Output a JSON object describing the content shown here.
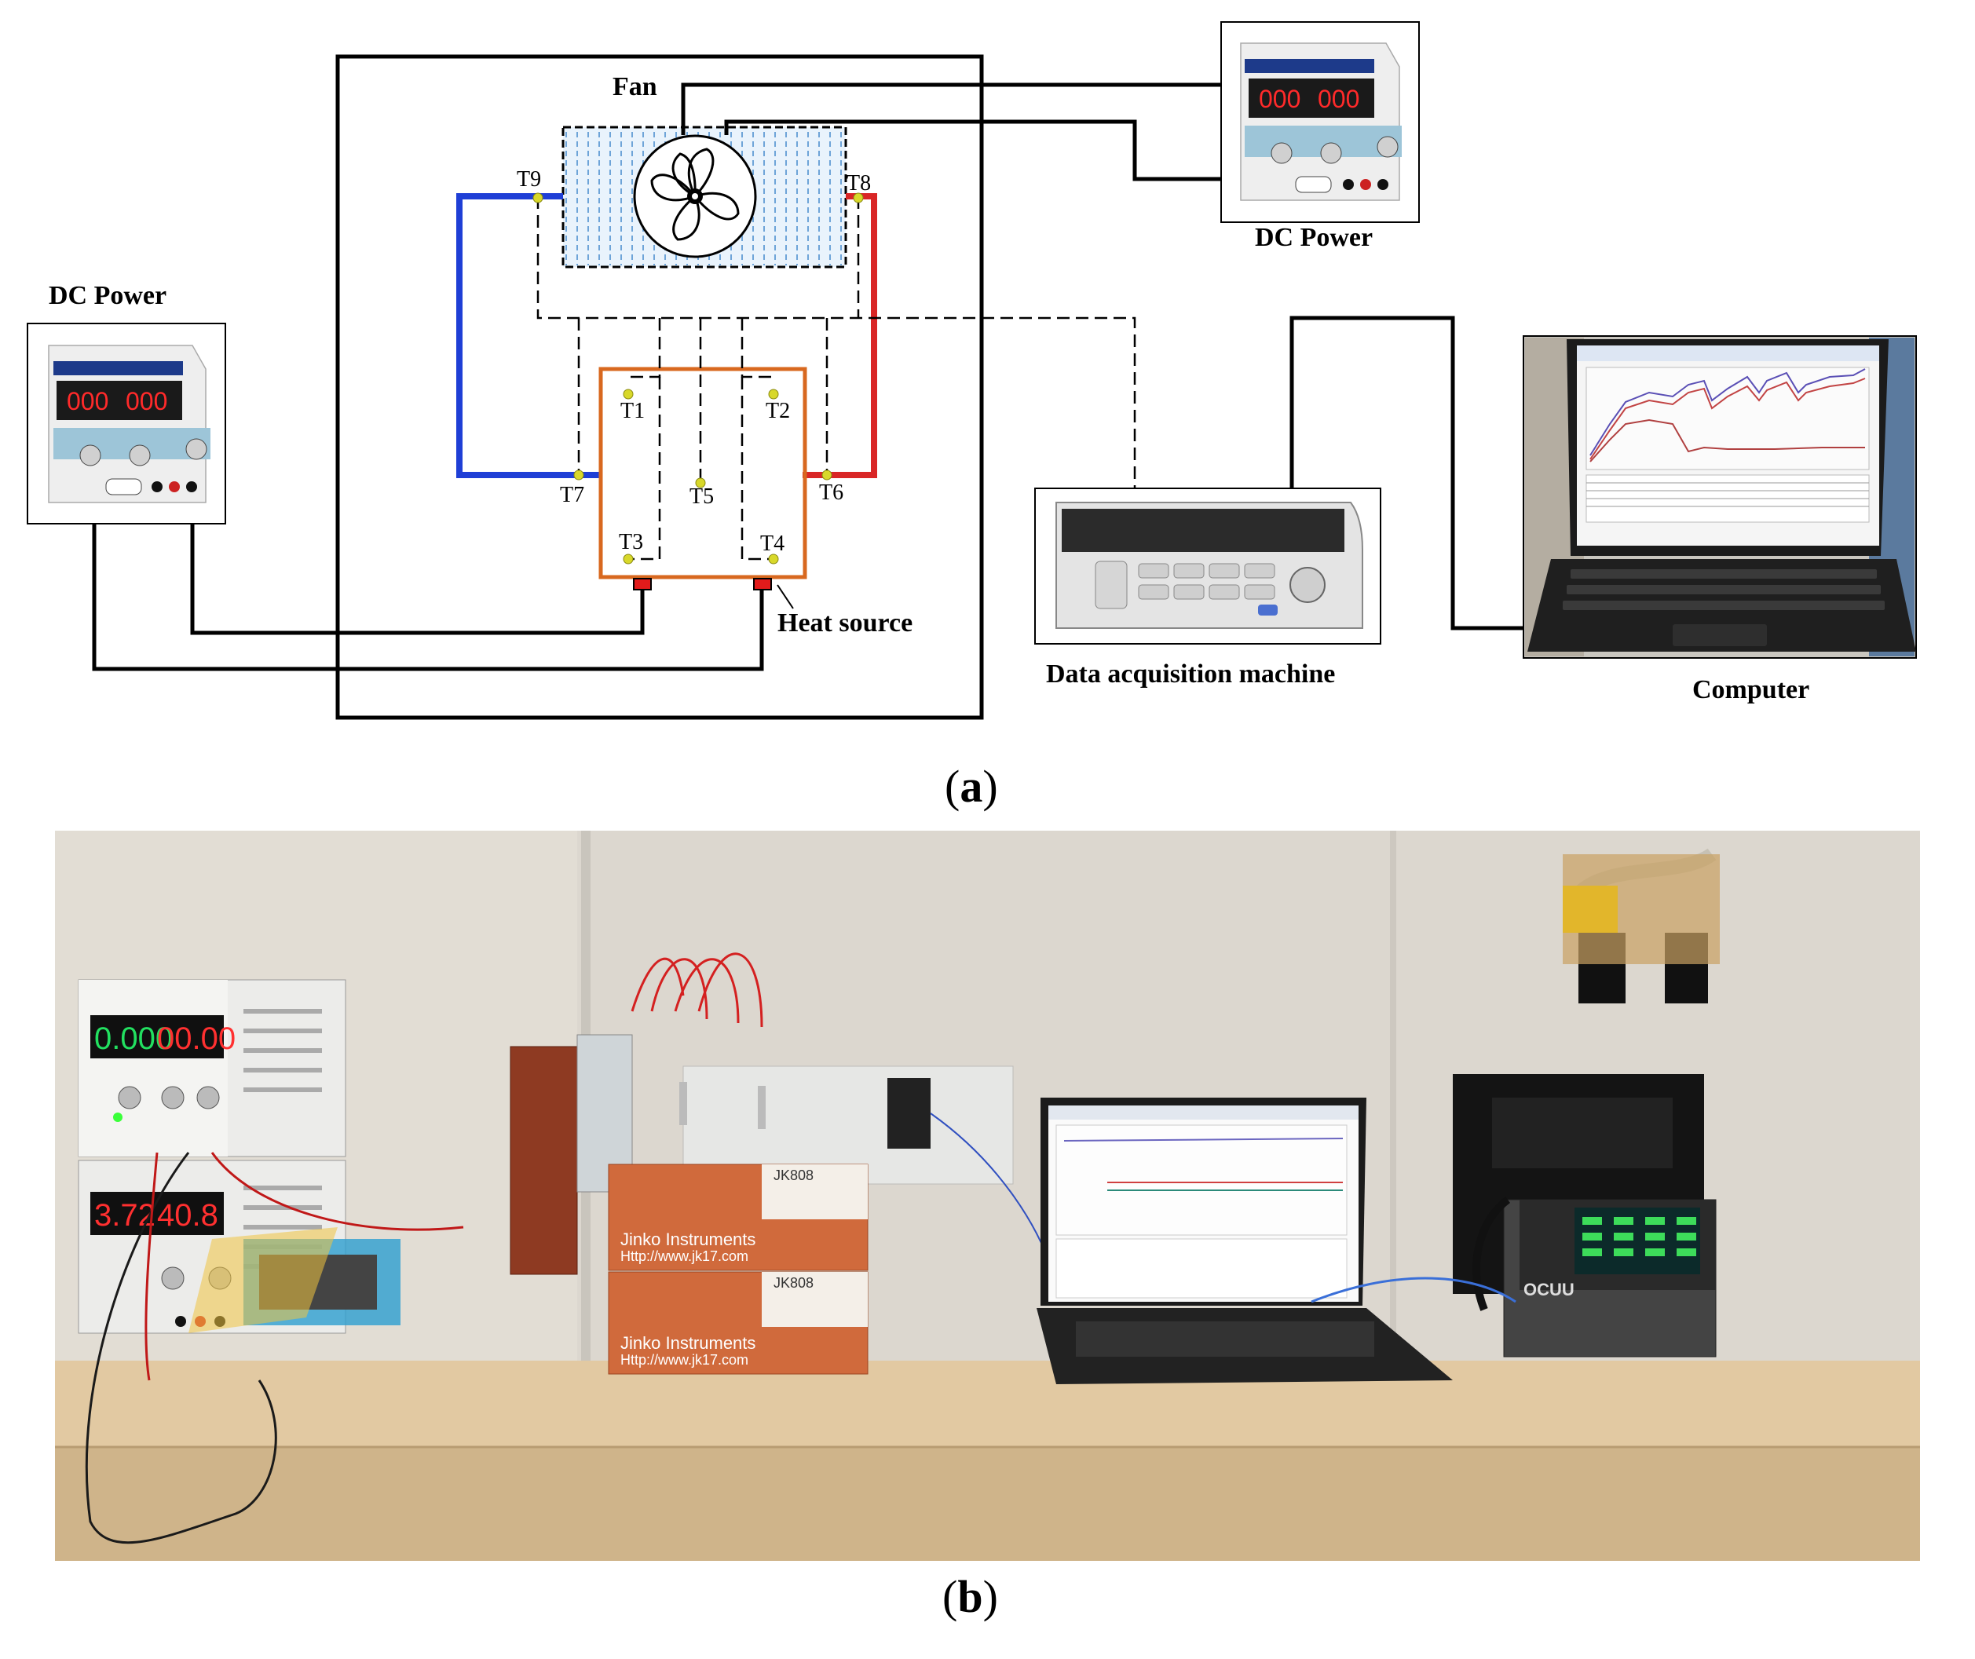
{
  "panel_a": {
    "caption_open": "(",
    "caption_letter": "a",
    "caption_close": ")",
    "fan_label": "Fan",
    "dc_power_left_label": "DC Power",
    "dc_power_right_label": "DC Power",
    "heat_source_label": "Heat source",
    "daq_label": "Data acquisition machine",
    "computer_label": "Computer",
    "thermocouples": [
      "T1",
      "T2",
      "T3",
      "T4",
      "T5",
      "T6",
      "T7",
      "T8",
      "T9"
    ],
    "psu_display": {
      "current": "000",
      "voltage": "000"
    },
    "wire_colors": {
      "cold": "#1f3fd6",
      "hot": "#d92626",
      "chamber": "#d8681f",
      "signal": "#000000"
    }
  },
  "panel_b": {
    "caption_open": "(",
    "caption_letter": "b",
    "caption_close": ")",
    "psu_top_display": {
      "current": "0.000",
      "voltage": "00.00"
    },
    "psu_bottom_display": {
      "current": "3.72",
      "voltage": "40.8"
    },
    "box_brand": "Jinko Instruments",
    "box_model": "JK808",
    "box_url": "Http://www.jk17.com",
    "logger_brand": "OCUU"
  }
}
